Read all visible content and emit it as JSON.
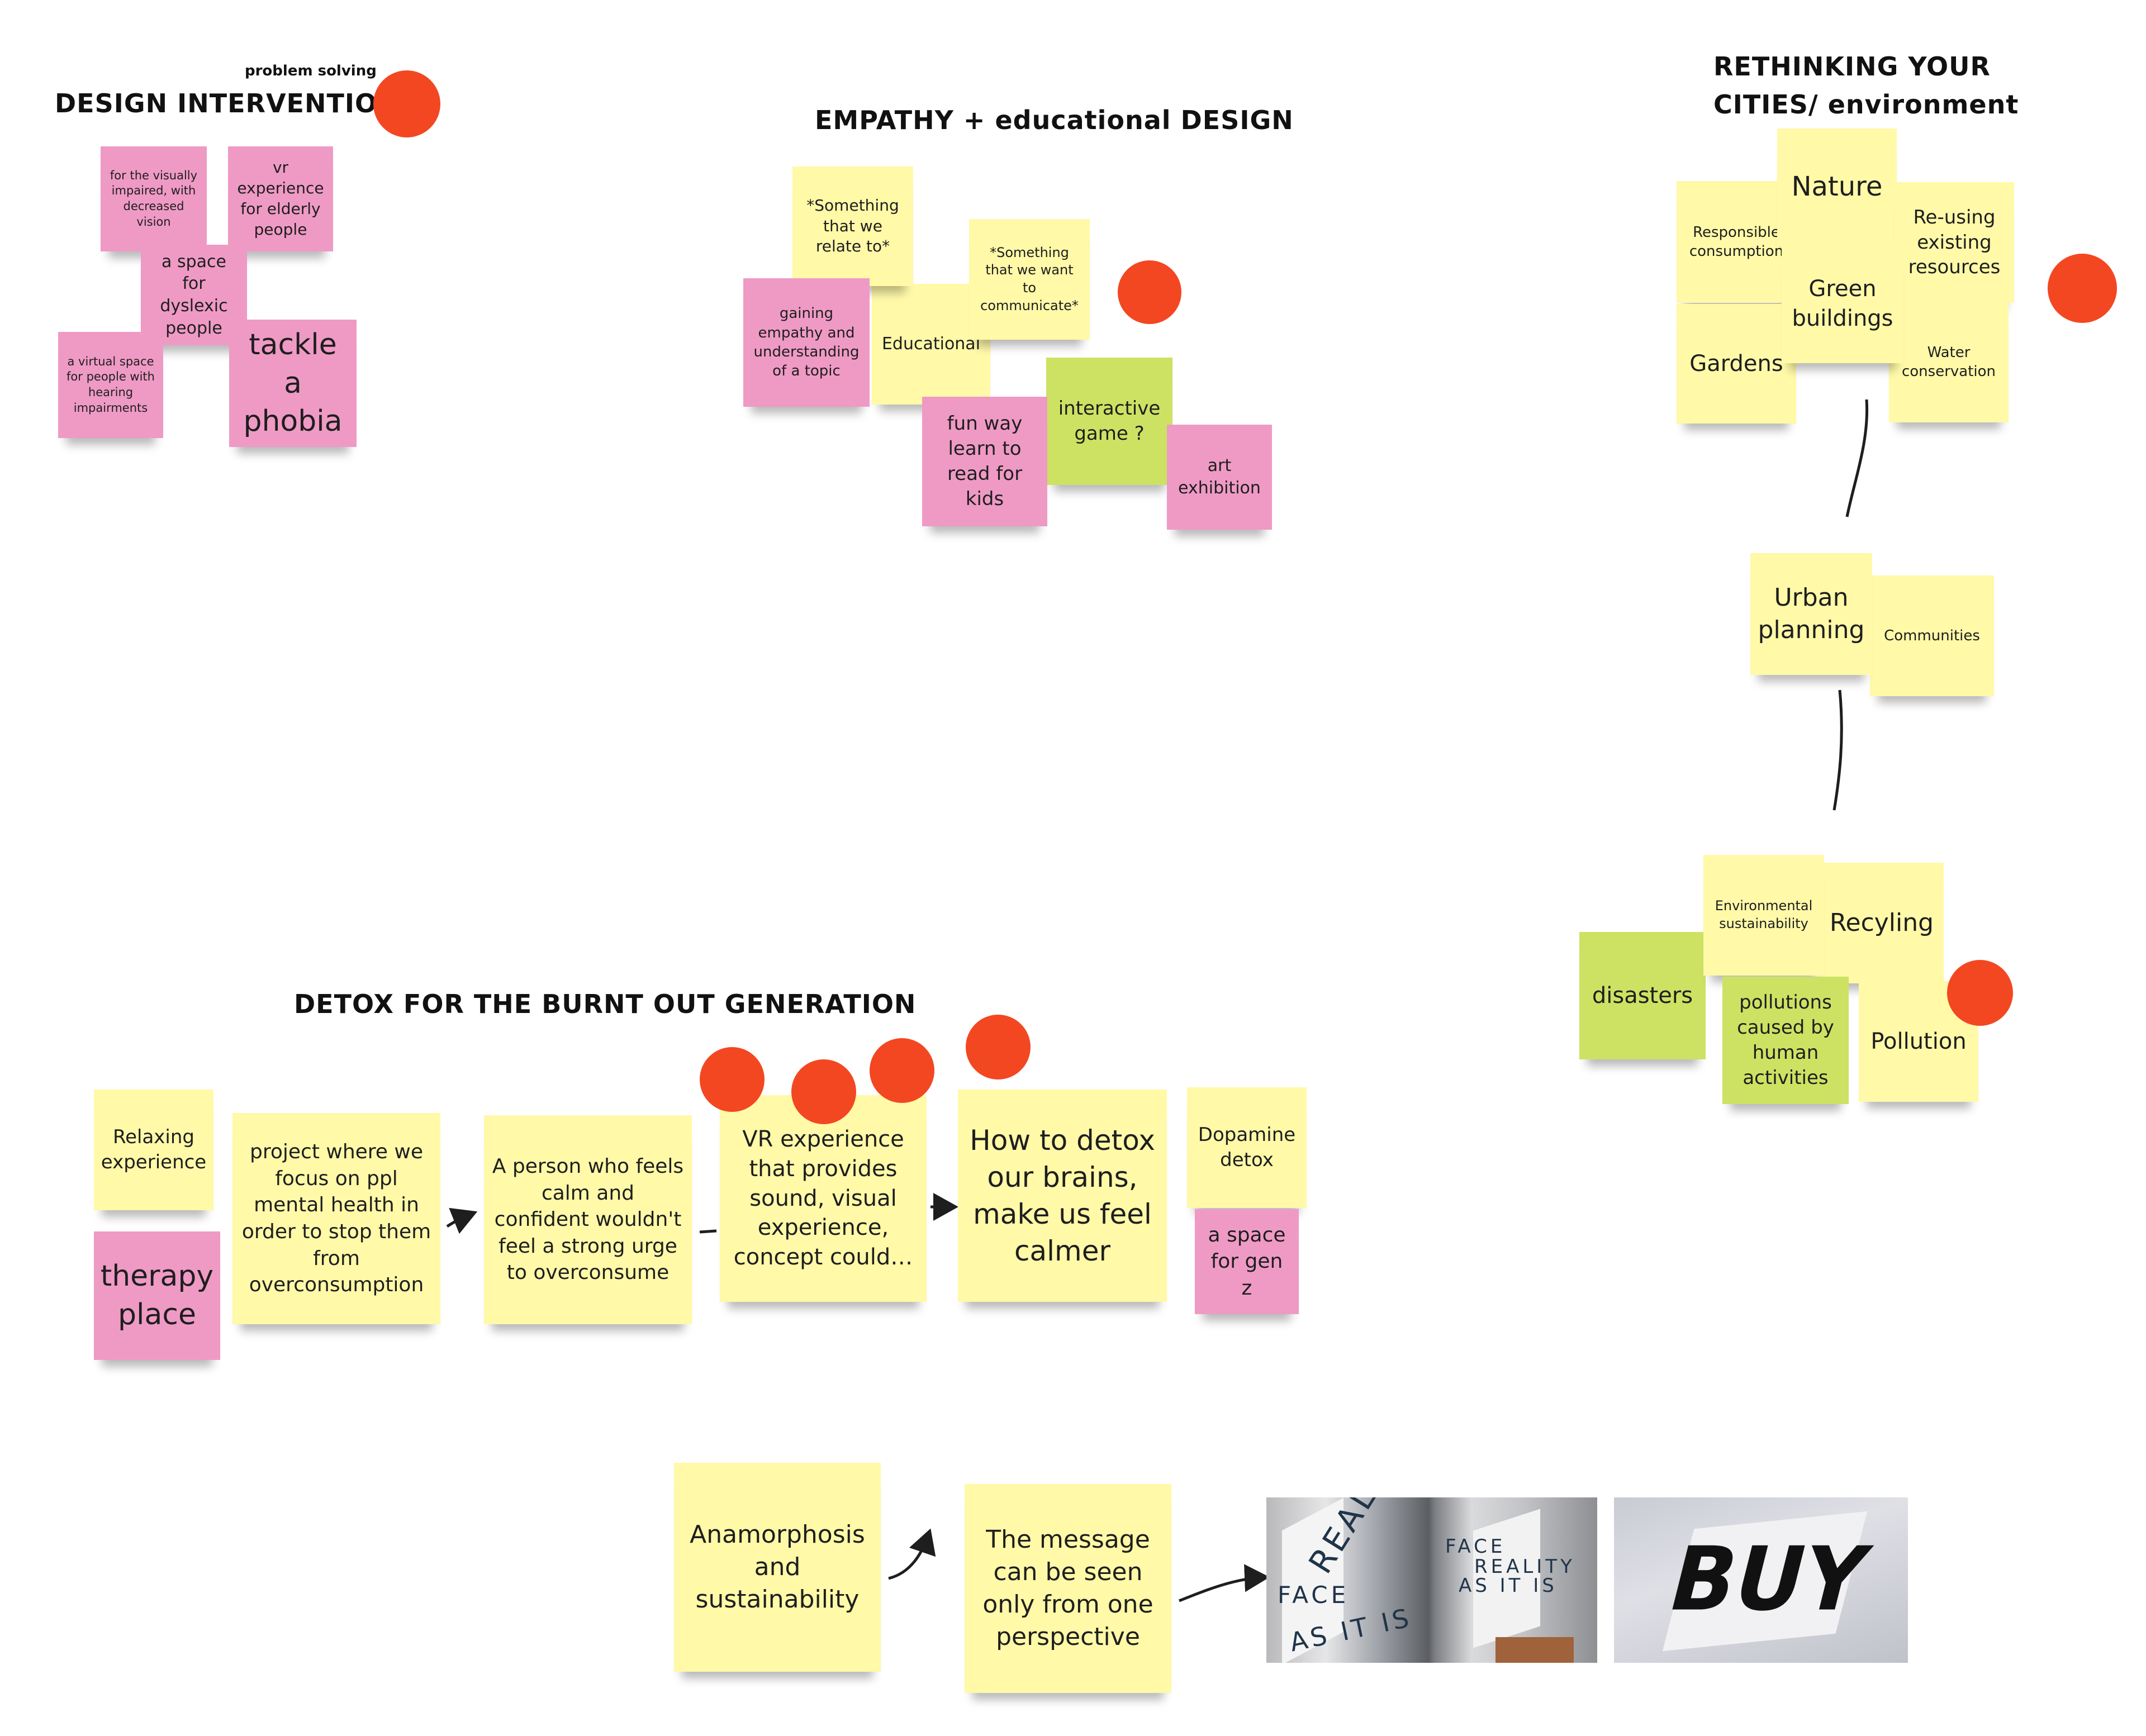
{
  "colors": {
    "yellow_note": "#fff9a8",
    "pink_note": "#ef9ac5",
    "green_note": "#cde263",
    "vote_dot": "#f34722",
    "connector": "#1e1e1e"
  },
  "sections": {
    "design_intervention": {
      "subtitle": "problem solving",
      "title": "DESIGN INTERVENTION",
      "notes": [
        "for the visually impaired, with decreased vision",
        "vr experience for elderly people",
        "a space for dyslexic people",
        "a virtual space for people with hearing impairments",
        "tackle a phobia"
      ]
    },
    "empathy": {
      "title": "EMPATHY + educational DESIGN",
      "notes": [
        "*Something that we relate to*",
        "*Something that we want to communicate*",
        "gaining empathy and understanding of a topic",
        "Educational",
        "interactive game ?",
        "fun way learn to read for kids",
        "art exhibition"
      ]
    },
    "rethinking": {
      "title_line1": "RETHINKING YOUR",
      "title_line2": "CITIES/ environment",
      "notes": [
        "Nature",
        "Responsible consumption",
        "Re-using existing resources",
        "Green buildings",
        "Gardens",
        "Water conservation",
        "Urban planning",
        "Communities",
        "Environmental sustainability",
        "Recyling",
        "disasters",
        "pollutions caused by human activities",
        "Pollution"
      ]
    },
    "detox": {
      "title": "DETOX FOR THE BURNT OUT GENERATION",
      "notes": [
        "Relaxing experience",
        "therapy place",
        "project where we focus on ppl mental health in order to stop them from overconsumption",
        "A person who feels calm and confident wouldn't feel a strong urge to overconsume",
        "VR experience that provides sound, visual experience, concept could…",
        "How to detox our brains, make us feel calmer",
        "Dopamine detox",
        "a space for gen z"
      ]
    },
    "anamorphosis": {
      "notes": [
        "Anamorphosis and sustainability",
        "The message can be seen only from one perspective"
      ],
      "photo1_words": [
        "FACE",
        "REALITY",
        "AS IT IS"
      ],
      "photo2_word": "BUY"
    }
  }
}
